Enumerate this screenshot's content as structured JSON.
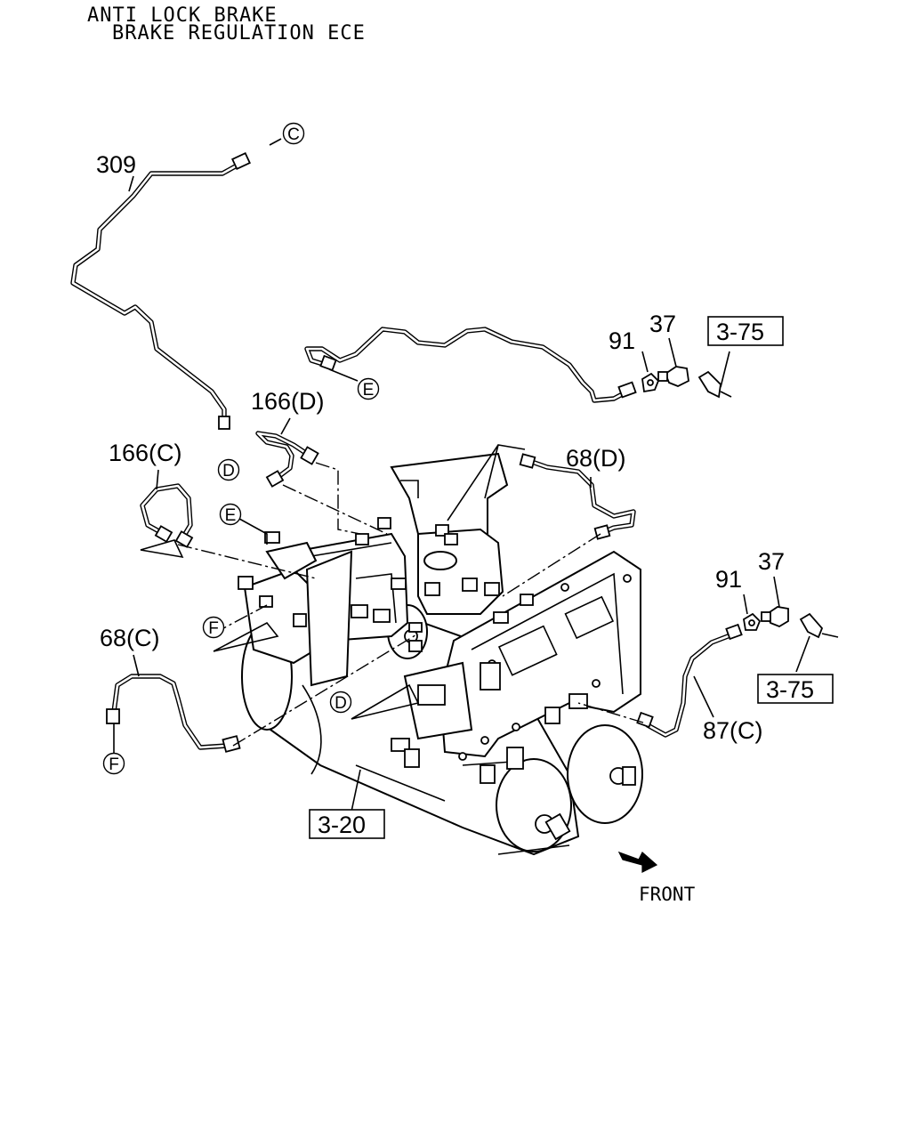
{
  "header": {
    "title_line1": "ANTI LOCK BRAKE",
    "title_line2": "BRAKE REGULATION ECE"
  },
  "callouts": {
    "p309": "309",
    "p166d": "166(D)",
    "p166c": "166(C)",
    "p68d": "68(D)",
    "p68c": "68(C)",
    "p87c": "87(C)",
    "p91_top": "91",
    "p37_top": "37",
    "p91_right": "91",
    "p37_right": "37"
  },
  "references": {
    "ref_375_top": "3-75",
    "ref_375_right": "3-75",
    "ref_320": "3-20"
  },
  "connectors": {
    "c_top": "C",
    "d_top": "D",
    "e_top": "E",
    "e_mid": "E",
    "f_mid": "F",
    "d_mid": "D",
    "f_bottom": "F"
  },
  "direction": {
    "front_label": "FRONT"
  }
}
